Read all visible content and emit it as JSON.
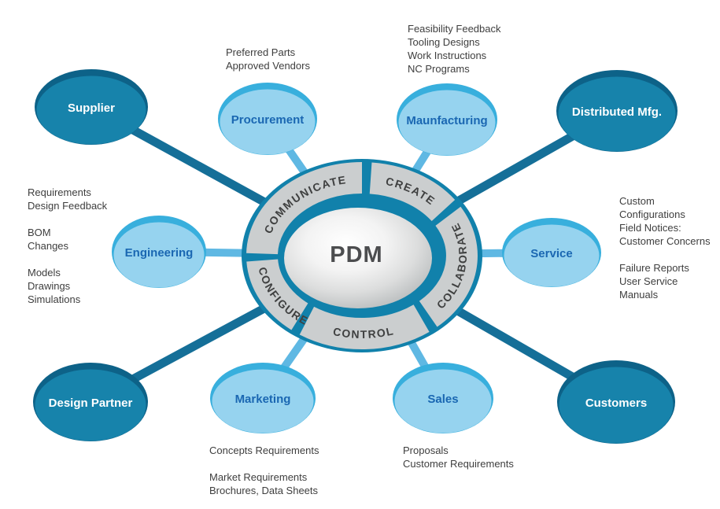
{
  "diagram": {
    "title": "PDM hub and spoke diagram",
    "center": {
      "label": "PDM"
    },
    "ring_segments": [
      {
        "label": "COMMUNICATE"
      },
      {
        "label": "CREATE"
      },
      {
        "label": "COLLABORATE"
      },
      {
        "label": "CONTROL"
      },
      {
        "label": "CONFIGURE"
      }
    ],
    "nodes": [
      {
        "label": "Supplier",
        "style": "dark"
      },
      {
        "label": "Procurement",
        "style": "light"
      },
      {
        "label": "Maunfacturing",
        "style": "light"
      },
      {
        "label": "Distributed Mfg.",
        "style": "dark"
      },
      {
        "label": "Engineering",
        "style": "light"
      },
      {
        "label": "Service",
        "style": "light"
      },
      {
        "label": "Design Partner",
        "style": "dark"
      },
      {
        "label": "Marketing",
        "style": "light"
      },
      {
        "label": "Sales",
        "style": "light"
      },
      {
        "label": "Customers",
        "style": "dark"
      }
    ],
    "annotations": [
      {
        "for": "procurement",
        "text": "Preferred Parts\nApproved Vendors"
      },
      {
        "for": "manufacturing",
        "text": "Feasibility Feedback\nTooling Designs\nWork Instructions\nNC Programs"
      },
      {
        "for": "engineering",
        "text": "Requirements\nDesign Feedback\n\nBOM\nChanges\n\nModels\nDrawings\nSimulations"
      },
      {
        "for": "service",
        "text": "Custom\nConfigurations\nField Notices:\nCustomer Concerns\n\nFailure Reports\nUser Service\nManuals"
      },
      {
        "for": "marketing",
        "text": "Concepts Requirements\n\nMarket Requirements\nBrochures, Data Sheets"
      },
      {
        "for": "sales",
        "text": "Proposals\nCustomer Requirements"
      }
    ],
    "colors": {
      "dark_node_fill": "#1783ab",
      "dark_node_rim": "#0d6288",
      "light_node_fill": "#96d3ef",
      "light_node_rim": "#38afdd",
      "ring_teal": "#1181ab",
      "ring_band_gray": "#cbcecf",
      "spoke_dark": "#156f98",
      "spoke_light": "#5fb8e3",
      "light_label_blue": "#1a67b2",
      "dark_label_white": "#ffffff",
      "annotation_gray": "#3e3e3e"
    }
  }
}
